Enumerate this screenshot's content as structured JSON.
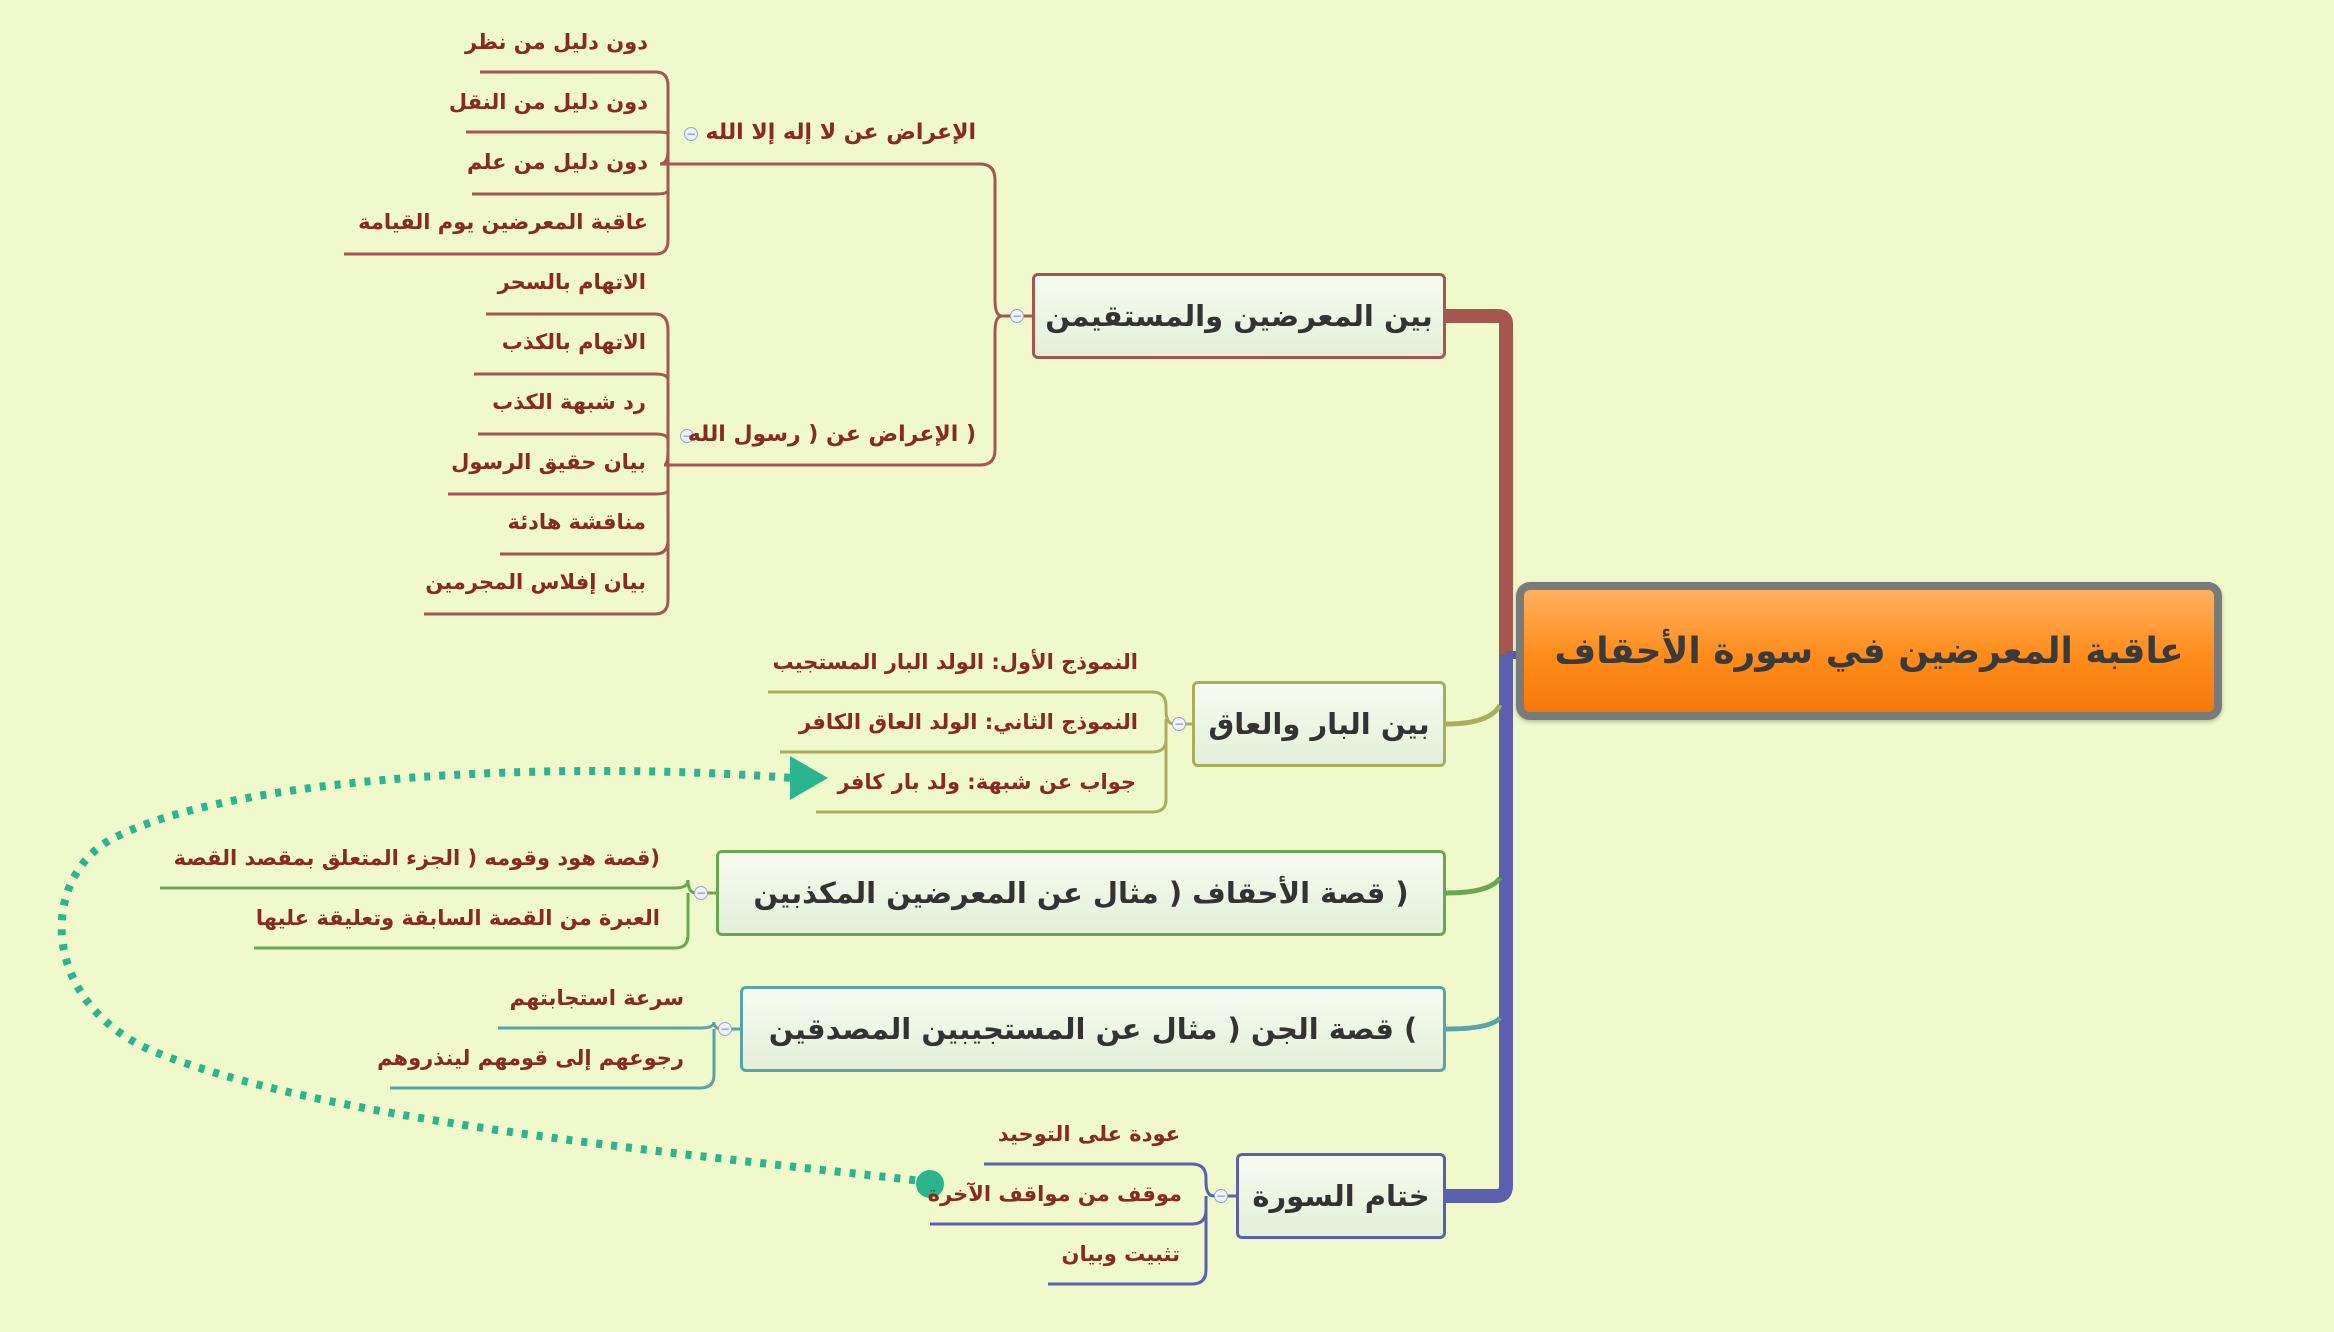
{
  "root": {
    "label": "عاقبة المعرضين في سورة الأحقاف"
  },
  "branches": [
    {
      "label": "بين المعرضين والمستقيمن",
      "color": "#a5574f",
      "subbranches": [
        {
          "label": "الإعراض عن لا إله إلا الله",
          "leaves": [
            "دون دليل من نظر",
            "دون دليل من النقل",
            "دون دليل من علم",
            "عاقبة المعرضين يوم القيامة"
          ]
        },
        {
          "label": "( الإعراض عن ( رسول الله",
          "leaves": [
            "الاتهام بالسحر",
            "الاتهام بالكذب",
            "رد شبهة الكذب",
            "بيان حقيق الرسول",
            "مناقشة هادئة",
            "بيان إفلاس المجرمين"
          ]
        }
      ]
    },
    {
      "label": "بين البار والعاق",
      "color": "#a9ad5e",
      "leaves": [
        "النموذج الأول: الولد البار المستجيب",
        "النموذج الثاني: الولد العاق الكافر",
        "جواب عن شبهة: ولد بار كافر"
      ]
    },
    {
      "label": "( قصة الأحقاف ( مثال عن المعرضين المكذبين",
      "color": "#6aa84f",
      "leaves": [
        "(قصة هود وقومه ( الجزء المتعلق بمقصد القصة",
        "العبرة من القصة السابقة وتعليقة عليها"
      ]
    },
    {
      "label": ") قصة الجن ( مثال عن المستجيبين المصدقين",
      "color": "#5ba3a6",
      "leaves": [
        "سرعة استجابتهم",
        "رجوعهم إلى قومهم لينذروهم"
      ]
    },
    {
      "label": "ختام السورة",
      "color": "#5c5fae",
      "leaves": [
        "عودة على التوحيد",
        "موقف من مواقف الآخرة",
        "تثبيت وبيان"
      ]
    }
  ],
  "colors": {
    "background": "#eff9cc",
    "trunk_upper": "#a5574f",
    "trunk_lower": "#5c5fae",
    "relationship": "#2bb58f",
    "leaf_text": "#8a2a1e"
  },
  "icons": {
    "collapse": "minus-circle-icon",
    "relationship_end": "arrow-triangle-icon",
    "relationship_start": "dot-icon"
  }
}
